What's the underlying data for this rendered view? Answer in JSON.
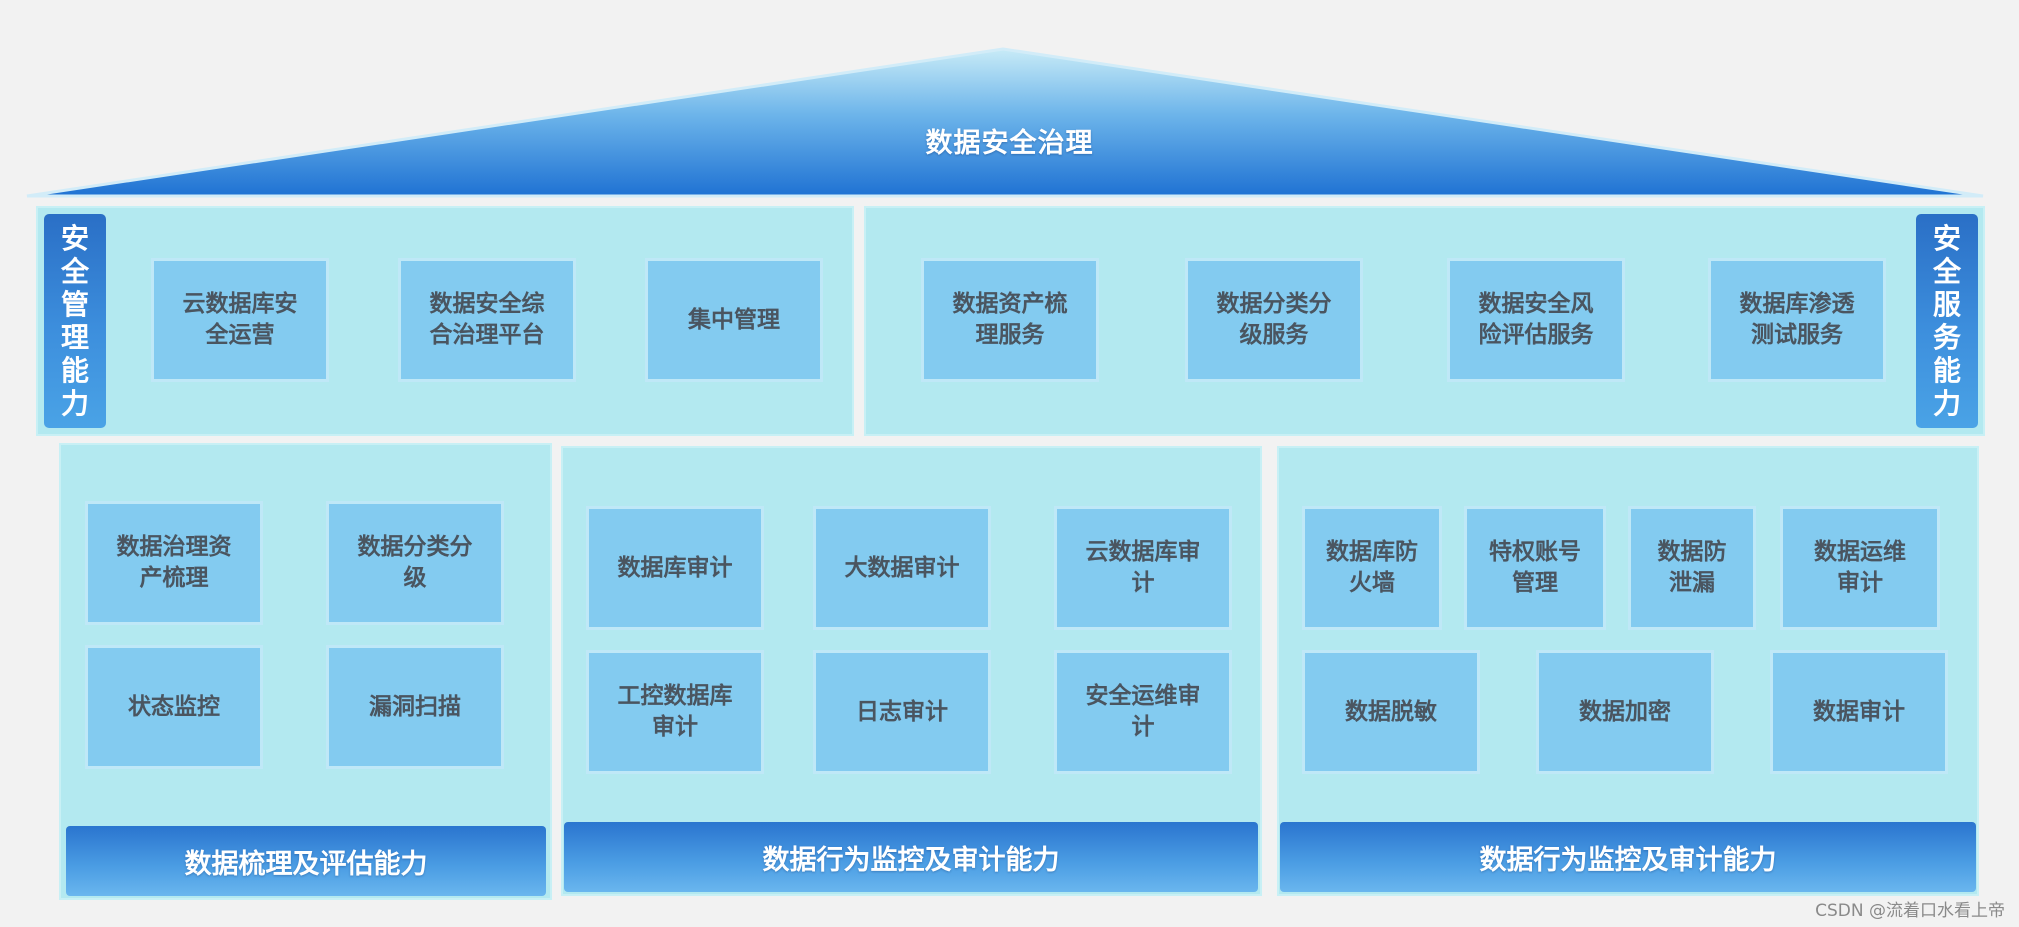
{
  "title": "数据安全治理",
  "top_left": {
    "side_label": "安全管理能力",
    "items": [
      "云数据库安\n全运营",
      "数据安全综\n合治理平台",
      "集中管理"
    ]
  },
  "top_right": {
    "side_label": "安全服务能力",
    "items": [
      "数据资产梳\n理服务",
      "数据分类分\n级服务",
      "数据安全风\n险评估服务",
      "数据库渗透\n测试服务"
    ]
  },
  "bottom_left": {
    "items": [
      "数据治理资\n产梳理",
      "数据分类分\n级",
      "状态监控",
      "漏洞扫描"
    ],
    "footer": "数据梳理及评估能力"
  },
  "bottom_middle": {
    "items": [
      "数据库审计",
      "大数据审计",
      "云数据库审\n计",
      "工控数据库\n审计",
      "日志审计",
      "安全运维审\n计"
    ],
    "footer": "数据行为监控及审计能力"
  },
  "bottom_right": {
    "items": [
      "数据库防\n火墙",
      "特权账号\n管理",
      "数据防\n泄漏",
      "数据运维\n审计",
      "数据脱敏",
      "数据加密",
      "数据审计"
    ],
    "footer": "数据行为监控及审计能力"
  },
  "watermark": "CSDN @流着口水看上帝",
  "colors": {
    "background": "#f2f2f2",
    "panel": "#b3e9f0",
    "box": "#83cbf0",
    "box_text": "#4a5560",
    "accent": "#2a75cf"
  }
}
